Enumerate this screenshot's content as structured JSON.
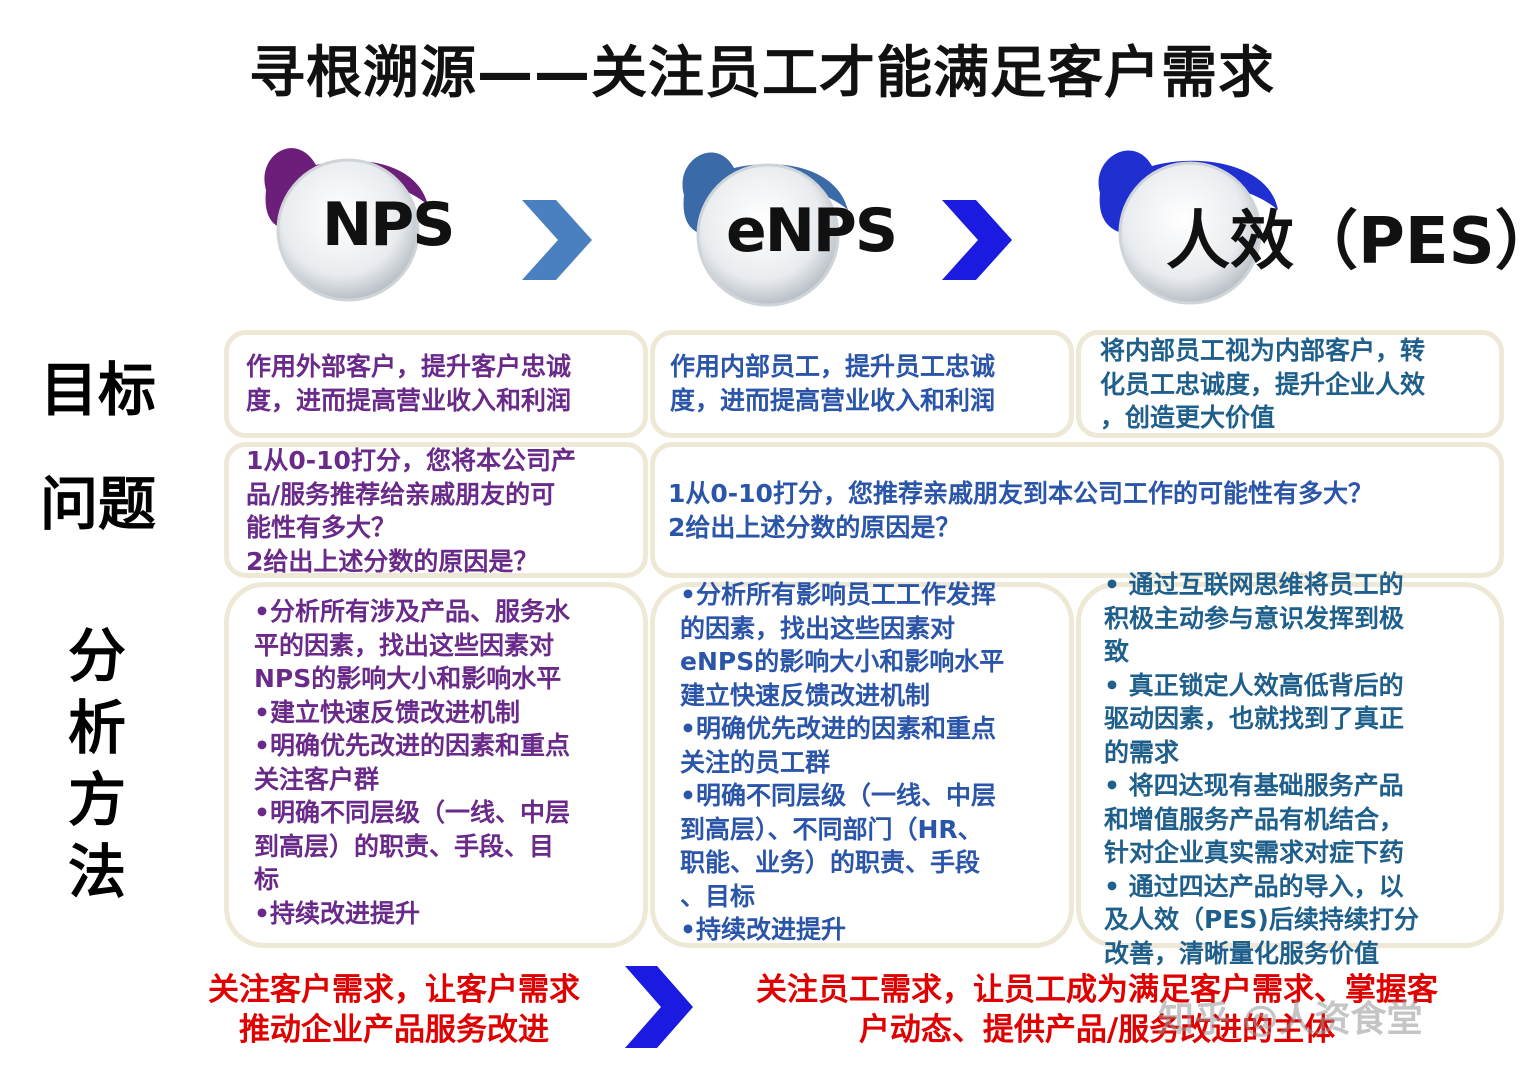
{
  "title": "寻根溯源——关注员工才能满足客户需求",
  "stages": [
    {
      "label": "NPS",
      "ring_color": "#6b1f7a"
    },
    {
      "label": "eNPS",
      "ring_color": "#3b6aa8"
    },
    {
      "label": "人效（PES）",
      "ring_color": "#1f2fd0"
    }
  ],
  "arrows": {
    "color1": "#4a7fc0",
    "color2": "#1a1ae0",
    "color_bottom": "#1a1ae0"
  },
  "rows": {
    "goal": "目标",
    "question": "问题",
    "analysis": [
      "分",
      "析",
      "方",
      "法"
    ]
  },
  "goal": {
    "nps": "作用外部客户，提升客户忠诚\n度，进而提高营业收入和利润",
    "enps": "作用内部员工，提升员工忠诚\n度，进而提高营业收入和利润",
    "pes": "将内部员工视为内部客户，转\n化员工忠诚度，提升企业人效\n，创造更大价值"
  },
  "question": {
    "nps": "1从0-10打分，您将本公司产\n品/服务推荐给亲戚朋友的可\n能性有多大？\n2给出上述分数的原因是？",
    "enps": "1从0-10打分，您推荐亲戚朋友到本公司工作的可能性有多大？\n2给出上述分数的原因是？"
  },
  "analysis": {
    "nps": "•分析所有涉及产品、服务水\n平的因素，找出这些因素对\nNPS的影响大小和影响水平\n•建立快速反馈改进机制\n•明确优先改进的因素和重点\n关注客户群\n•明确不同层级（一线、中层\n到高层）的职责、手段、目\n标\n•持续改进提升",
    "enps": "•分析所有影响员工工作发挥\n的因素，找出这些因素对\neNPS的影响大小和影响水平\n建立快速反馈改进机制\n•明确优先改进的因素和重点\n关注的员工群\n•明确不同层级（一线、中层\n到高层）、不同部门（HR、\n职能、业务）的职责、手段\n、目标\n•持续改进提升",
    "pes": "•    通过互联网思维将员工的\n积极主动参与意识发挥到极\n致\n•    真正锁定人效高低背后的\n驱动因素，也就找到了真正\n的需求\n•    将四达现有基础服务产品\n和增值服务产品有机结合，\n针对企业真实需求对症下药\n•    通过四达产品的导入，以\n及人效（PES)后续持续打分\n改善，清晰量化服务价值"
  },
  "bottom": {
    "left": "关注客户需求，让客户需求\n推动企业产品服务改进",
    "right": "关注员工需求，让员工成为满足客户需求、掌握客\n户动态、提供产品/服务改进的主体"
  },
  "watermark": "知乎 @人资食堂"
}
